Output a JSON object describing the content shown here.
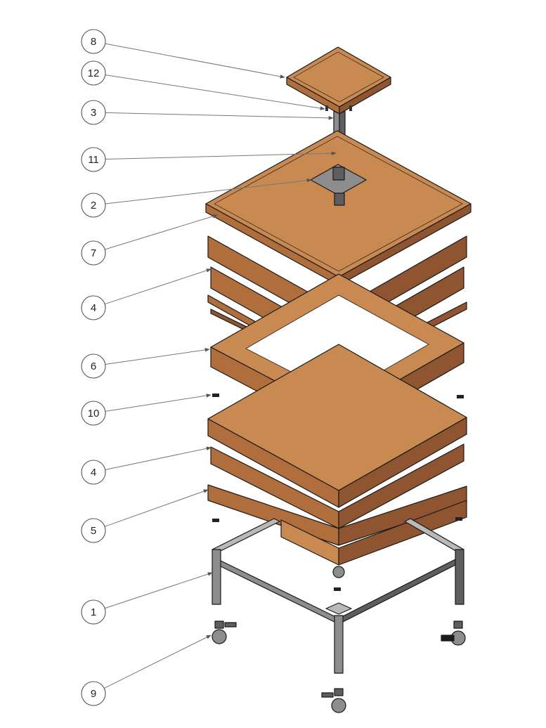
{
  "diagram": {
    "type": "exploded-assembly",
    "callouts": [
      "8",
      "12",
      "3",
      "11",
      "2",
      "7",
      "4",
      "6",
      "10",
      "4",
      "5",
      "1",
      "9"
    ]
  },
  "colors": {
    "wood_top": "#c98a52",
    "wood_front": "#b06e3c",
    "wood_side": "#8f5530",
    "metal_light": "#b9b9b9",
    "metal_mid": "#8d8d8d",
    "metal_dark": "#5e5e5e",
    "outline": "#1a1a1a",
    "leader": "#777777"
  }
}
